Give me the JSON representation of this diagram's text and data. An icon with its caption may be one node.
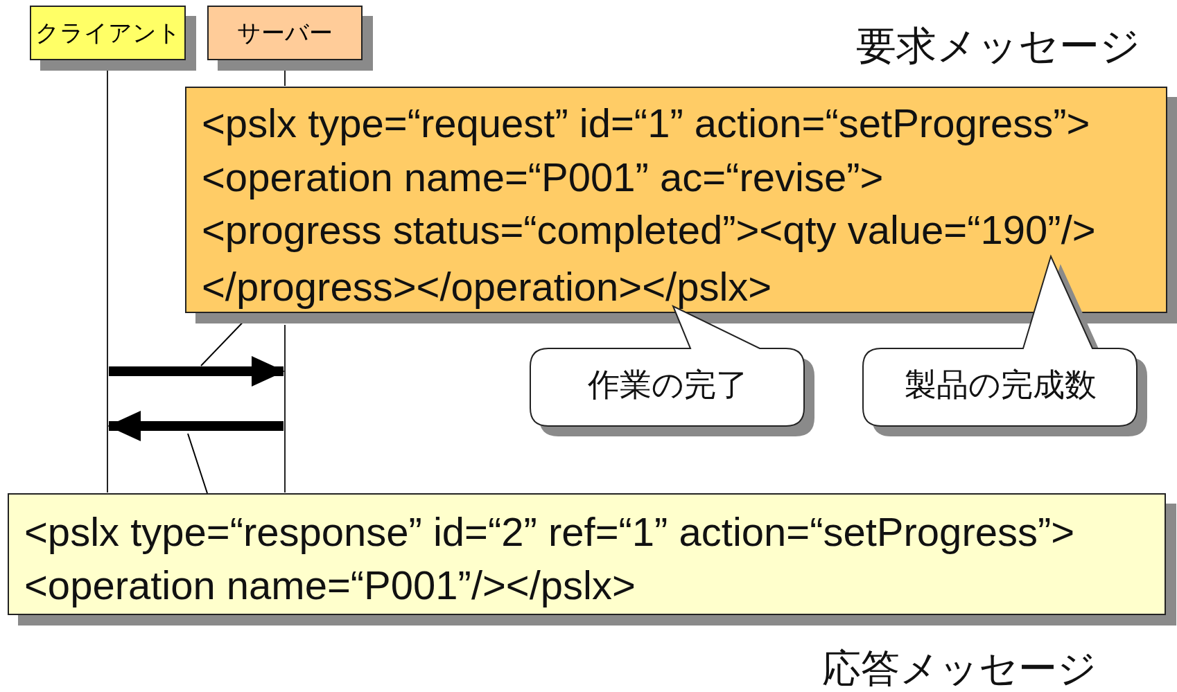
{
  "diagram": {
    "nodes": [
      {
        "text": [
          "クライアント"
        ]
      },
      {
        "text": [
          "サーバー"
        ]
      },
      {
        "text": [
          "<pslx type=“request” id=“1” action=“setProgress”>",
          "<operation name=“P001” ac=“revise”>",
          "<progress status=“completed”><qty value=“190”/>",
          "</progress></operation></pslx>"
        ],
        "beside": [
          "要求メッセージ"
        ]
      },
      {
        "text": [
          "<pslx type=“response” id=“2” ref=“1” action=“setProgress”>",
          "<operation name=“P001”/></pslx>"
        ],
        "beside": [
          "応答メッセージ"
        ]
      },
      {
        "text": [
          "作業の完了"
        ]
      },
      {
        "text": [
          "製品の完成数"
        ]
      },
      {
        "text": [],
        "shape": "bar"
      },
      {
        "text": [],
        "shape": "bar"
      },
      {
        "text": [],
        "shape": "bar"
      }
    ],
    "edges": [
      {
        "from": 6,
        "to": 7,
        "arrow": "to",
        "style": "thick"
      },
      {
        "from": 7,
        "to": 6,
        "arrow": "to",
        "style": "thick"
      },
      {
        "from": 2,
        "to": null,
        "arrow": "none"
      },
      {
        "from": 3,
        "to": null,
        "arrow": "none"
      }
    ]
  }
}
